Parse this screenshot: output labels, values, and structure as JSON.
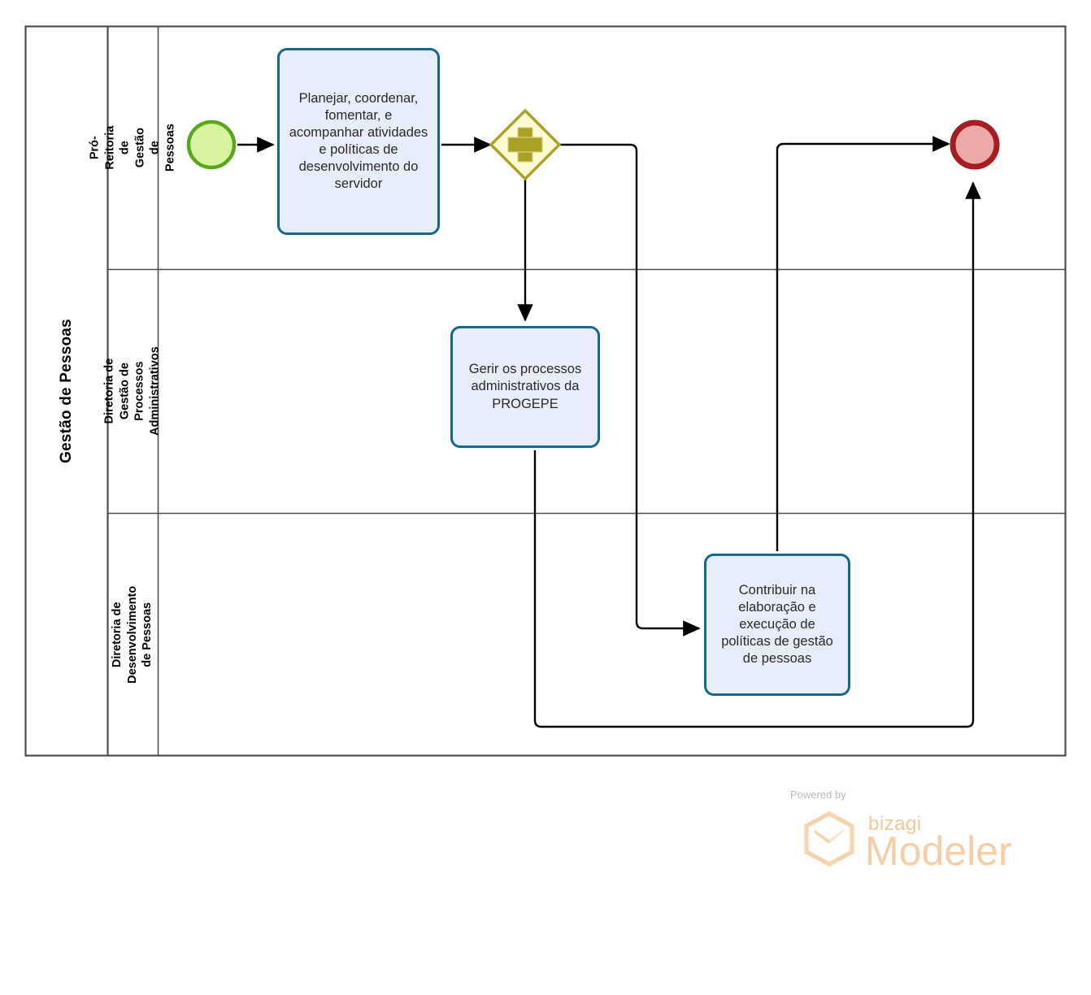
{
  "diagram": {
    "type": "bpmn-process-diagram",
    "pool": {
      "title": "Gestão de Pessoas",
      "lanes": [
        {
          "id": "lane-0",
          "label": "Pró-Reitoria de Gestão de Pessoas"
        },
        {
          "id": "lane-1",
          "label": "Diretoria de Gestão de Processos Administrativos"
        },
        {
          "id": "lane-2",
          "label": "Diretoria de Desenvolvimento de Pessoas"
        }
      ]
    },
    "nodes": {
      "start_event": {
        "name": "start-event",
        "lane": "lane-0",
        "label": ""
      },
      "task_planejar": {
        "name": "task-planejar",
        "lane": "lane-0",
        "label": "Planejar, coordenar, fomentar, e acompanhar atividades e políticas de desenvolvimento do servidor"
      },
      "gateway_parallel": {
        "name": "parallel-gateway",
        "lane": "lane-0",
        "label": "",
        "symbol": "+"
      },
      "task_gerir": {
        "name": "task-gerir",
        "lane": "lane-1",
        "label": "Gerir os processos administrativos da PROGEPE"
      },
      "task_contribuir": {
        "name": "task-contribuir",
        "lane": "lane-2",
        "label": "Contribuir na elaboração e execução de políticas de gestão de pessoas"
      },
      "end_event": {
        "name": "end-event",
        "lane": "lane-0",
        "label": ""
      }
    },
    "flows": [
      {
        "from": "start_event",
        "to": "task_planejar",
        "label": ""
      },
      {
        "from": "task_planejar",
        "to": "gateway_parallel",
        "label": ""
      },
      {
        "from": "gateway_parallel",
        "to": "task_gerir",
        "label": ""
      },
      {
        "from": "gateway_parallel",
        "to": "task_contribuir",
        "label": ""
      },
      {
        "from": "task_contribuir",
        "to": "end_event",
        "label": ""
      },
      {
        "from": "task_gerir",
        "to": "end_event",
        "label": ""
      }
    ],
    "colors": {
      "start_stroke": "#5aa61c",
      "start_fill": "#d9f4a0",
      "end_stroke": "#a51d22",
      "end_fill": "#eda9a9",
      "gateway_stroke": "#a8a123",
      "gateway_fill": "#fcfbd2",
      "gateway_symbol": "#a8a123",
      "task_stroke": "#16678f",
      "task_fill": "#e8edfb",
      "pool_stroke": "#4d4d4d",
      "flow_stroke": "#000000"
    }
  },
  "watermark": {
    "powered_by": "Powered by",
    "brand": "bizagi",
    "product": "Modeler"
  }
}
